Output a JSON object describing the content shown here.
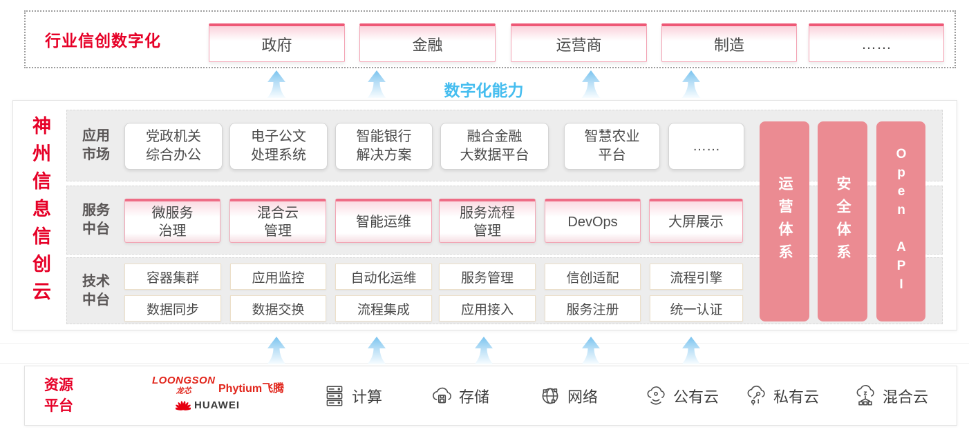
{
  "colors": {
    "brand_red": "#e60027",
    "pink_bar": "#eb8b92",
    "pink_border": "#ee6d86",
    "blue_text": "#45bdef",
    "panel_gray": "#ededed"
  },
  "top_banner": {
    "title": "行业信创数字化",
    "boxes": [
      "政府",
      "金融",
      "运营商",
      "制造",
      "……"
    ]
  },
  "capability_label": "数字化能力",
  "platform": {
    "title": "神州信息信创云",
    "rows": [
      {
        "label": "应用市场",
        "items": [
          "党政机关\n综合办公",
          "电子公文\n处理系统",
          "智能银行\n解决方案",
          "融合金融\n大数据平台",
          "智慧农业\n平台",
          "……"
        ]
      },
      {
        "label": "服务中台",
        "items": [
          "微服务\n治理",
          "混合云\n管理",
          "智能运维",
          "服务流程\n管理",
          "DevOps",
          "大屏展示"
        ]
      },
      {
        "label": "技术中台",
        "items_row1": [
          "容器集群",
          "应用监控",
          "自动化运维",
          "服务管理",
          "信创适配",
          "流程引擎"
        ],
        "items_row2": [
          "数据同步",
          "数据交换",
          "流程集成",
          "应用接入",
          "服务注册",
          "统一认证"
        ]
      }
    ],
    "pillars": [
      "运营体系",
      "安全体系",
      "Open API"
    ]
  },
  "resources": {
    "title": "资源平台",
    "logos": {
      "loongson_en": "LOONGSON",
      "loongson_zh": "龙芯",
      "phytium": "Phytium飞腾",
      "huawei": "HUAWEI"
    },
    "items": [
      {
        "label": "计算"
      },
      {
        "label": "存储"
      },
      {
        "label": "网络"
      },
      {
        "label": "公有云"
      },
      {
        "label": "私有云"
      },
      {
        "label": "混合云"
      }
    ]
  }
}
